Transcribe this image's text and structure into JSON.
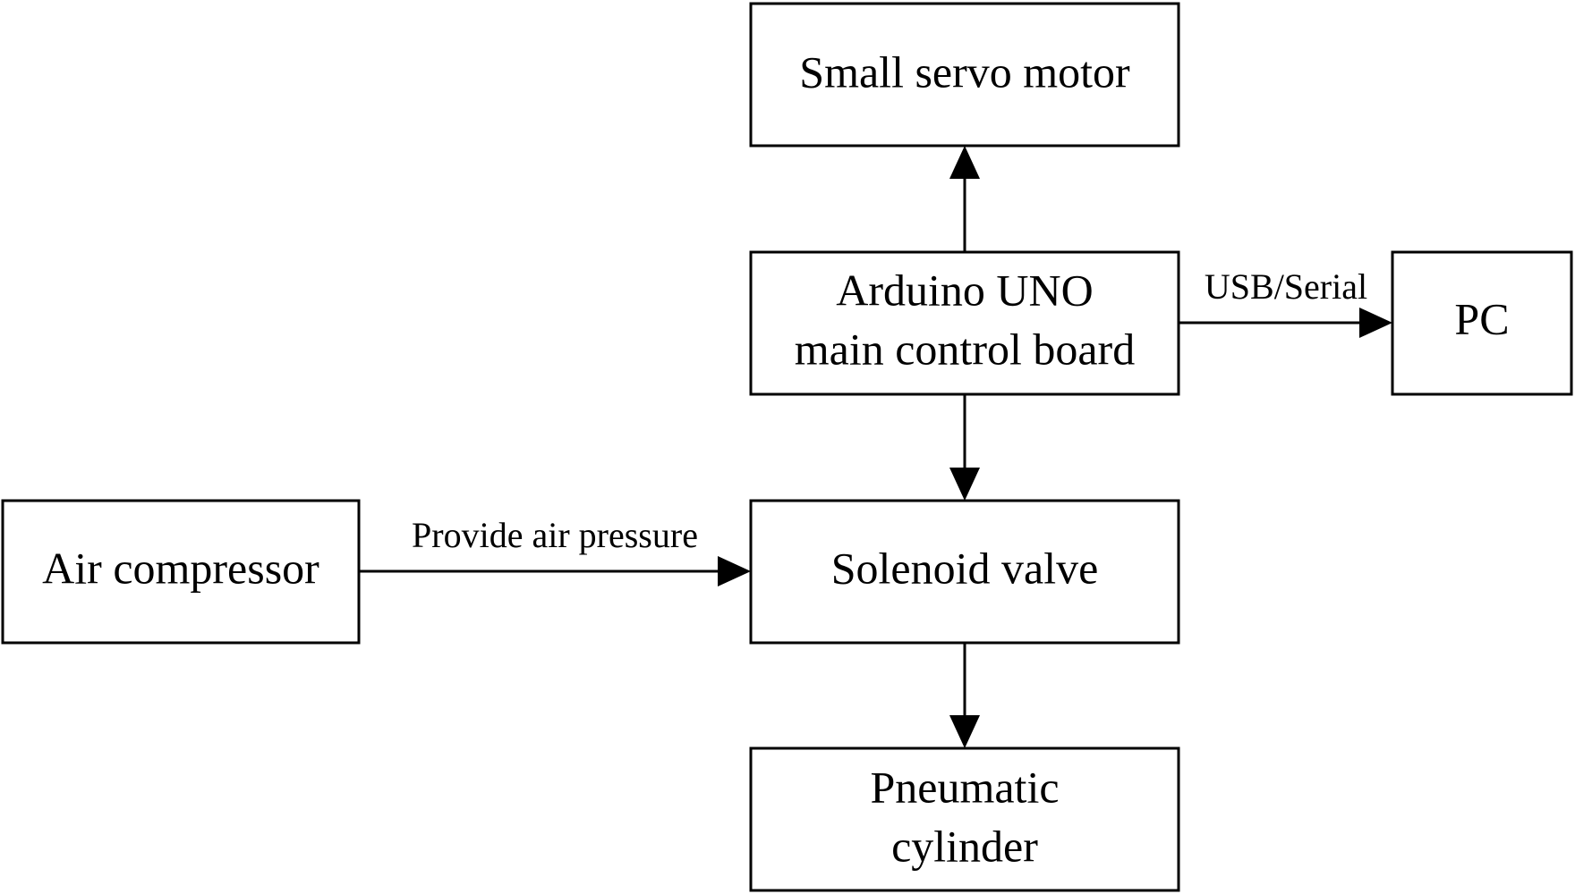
{
  "nodes": {
    "servo": {
      "label": "Small servo motor"
    },
    "arduino": {
      "label_line1": "Arduino UNO",
      "label_line2": "main control board"
    },
    "pc": {
      "label": "PC"
    },
    "compressor": {
      "label": "Air compressor"
    },
    "solenoid": {
      "label": "Solenoid valve"
    },
    "cylinder": {
      "label_line1": "Pneumatic",
      "label_line2": "cylinder"
    }
  },
  "edges": {
    "arduino_to_pc": {
      "label": "USB/Serial"
    },
    "compressor_to_solenoid": {
      "label": "Provide air pressure"
    }
  },
  "colors": {
    "stroke": "#000000",
    "background": "#ffffff"
  }
}
